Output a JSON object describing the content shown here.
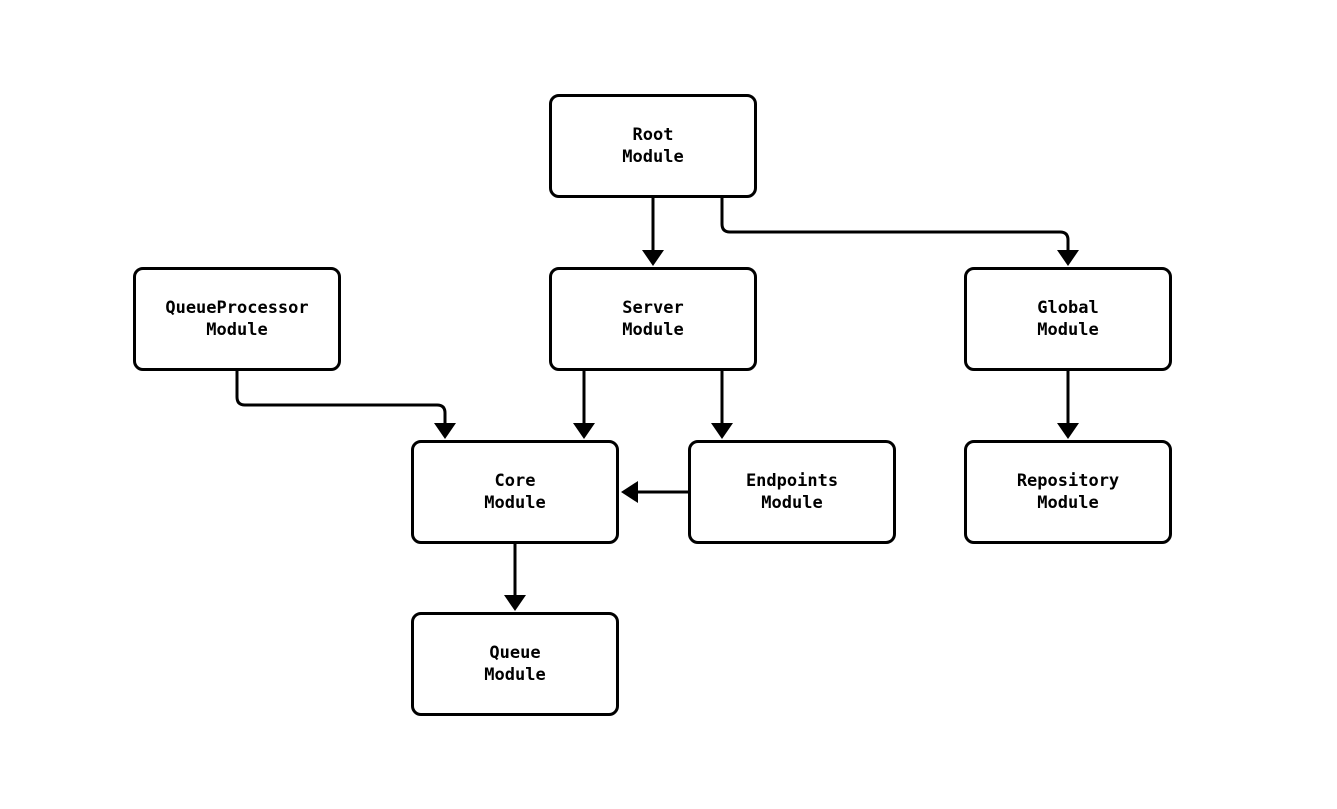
{
  "diagram": {
    "background_color": "#ffffff",
    "node_fill_color": "#ffffff",
    "node_border_color": "#000000",
    "edge_color": "#000000",
    "text_color": "#000000",
    "nodes": [
      {
        "id": "root",
        "line1": "Root",
        "line2": "Module"
      },
      {
        "id": "queue-processor",
        "line1": "QueueProcessor",
        "line2": "Module"
      },
      {
        "id": "server",
        "line1": "Server",
        "line2": "Module"
      },
      {
        "id": "global",
        "line1": "Global",
        "line2": "Module"
      },
      {
        "id": "core",
        "line1": "Core",
        "line2": "Module"
      },
      {
        "id": "endpoints",
        "line1": "Endpoints",
        "line2": "Module"
      },
      {
        "id": "repository",
        "line1": "Repository",
        "line2": "Module"
      },
      {
        "id": "queue",
        "line1": "Queue",
        "line2": "Module"
      }
    ],
    "edges": [
      {
        "from": "Root Module",
        "to": "Server Module"
      },
      {
        "from": "Root Module",
        "to": "Global Module"
      },
      {
        "from": "QueueProcessor Module",
        "to": "Core Module"
      },
      {
        "from": "Server Module",
        "to": "Core Module"
      },
      {
        "from": "Server Module",
        "to": "Endpoints Module"
      },
      {
        "from": "Endpoints Module",
        "to": "Core Module"
      },
      {
        "from": "Global Module",
        "to": "Repository Module"
      },
      {
        "from": "Core Module",
        "to": "Queue Module"
      }
    ]
  }
}
